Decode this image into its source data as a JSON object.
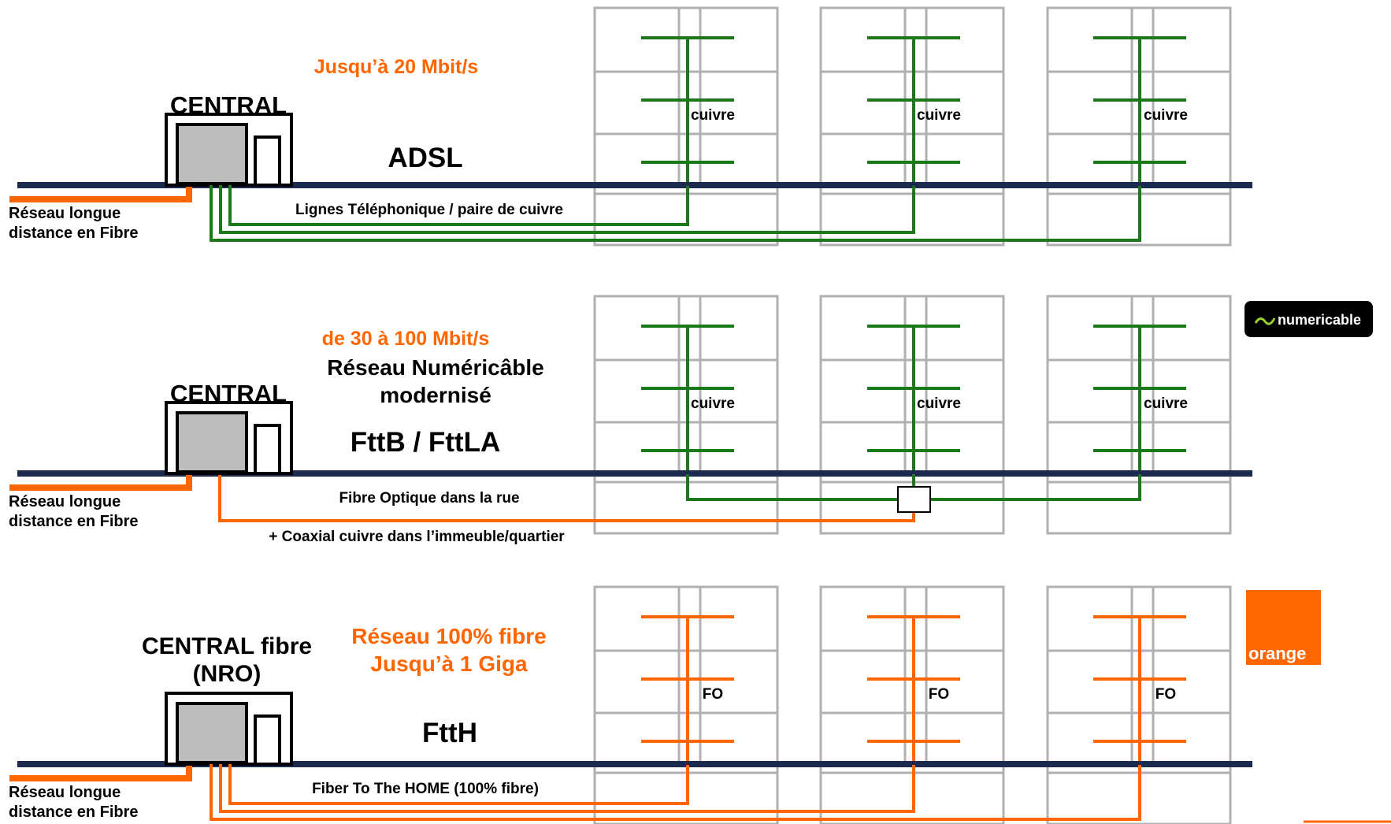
{
  "panels": [
    {
      "id": "adsl",
      "tech": "ADSL",
      "speed": "Jusqu’à 20 Mbit/s",
      "network_lines": [],
      "central_label": [
        "CENTRAL"
      ],
      "backbone_label": [
        "Réseau longue",
        "distance en Fibre"
      ],
      "line_label": "Lignes Téléphonique / paire de cuivre",
      "line_label_2": "",
      "building_label": "cuivre",
      "line_type": "copper",
      "has_street_box": false,
      "logo": ""
    },
    {
      "id": "fttb",
      "tech": "FttB / FttLA",
      "speed": "de 30 à 100 Mbit/s",
      "network_lines": [
        "Réseau Numéricâble",
        "modernisé"
      ],
      "central_label": [
        "CENTRAL"
      ],
      "backbone_label": [
        "Réseau longue",
        "distance en Fibre"
      ],
      "line_label": "Fibre Optique dans la rue",
      "line_label_2": "+ Coaxial cuivre dans l’immeuble/quartier",
      "building_label": "cuivre",
      "line_type": "coax",
      "has_street_box": true,
      "logo": "numericable"
    },
    {
      "id": "ftth",
      "tech": "FttH",
      "speed": "",
      "network_lines": [
        "Réseau 100% fibre",
        "Jusqu’à 1 Giga"
      ],
      "central_label": [
        "CENTRAL fibre",
        "(NRO)"
      ],
      "backbone_label": [
        "Réseau longue",
        "distance en Fibre"
      ],
      "line_label": "Fiber To The HOME (100% fibre)",
      "line_label_2": "",
      "building_label": "FO",
      "line_type": "fiber",
      "has_street_box": false,
      "logo": "orange"
    }
  ],
  "logos": {
    "numericable": "numericable",
    "orange": "orange"
  },
  "colors": {
    "copper": "#1a7a1a",
    "fiber": "#ff6600",
    "speed_text": "#ff6600",
    "road": "#1b2a4e",
    "building": "#b0b0b0",
    "central_box": "#bdbdbd",
    "text": "#000000"
  }
}
